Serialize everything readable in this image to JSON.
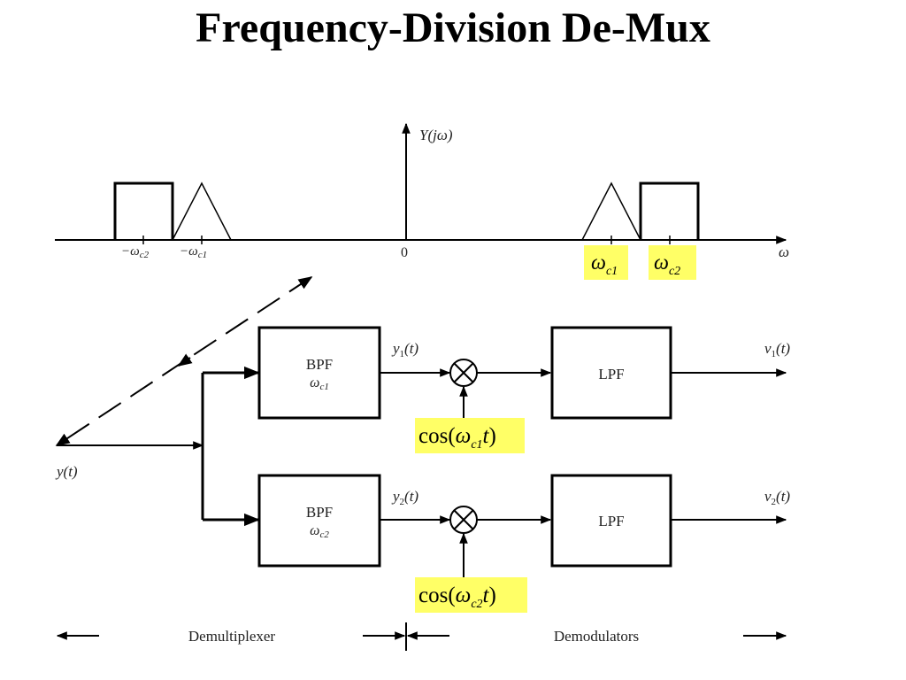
{
  "title": "Frequency-Division De-Mux",
  "spectrum": {
    "ylabel": "Y(jω)",
    "xlabel": "ω",
    "ticks": [
      "−ω",
      "c2",
      "−ω",
      "c1",
      "0",
      "ω",
      "c1",
      "ω",
      "c2"
    ]
  },
  "blocks": {
    "bpf1_name": "BPF",
    "bpf1_freq": "ω",
    "bpf1_freq_sub": "c1",
    "bpf2_name": "BPF",
    "bpf2_freq": "ω",
    "bpf2_freq_sub": "c2",
    "lpf1": "LPF",
    "lpf2": "LPF"
  },
  "signals": {
    "input": "y(t)",
    "y1": [
      "y",
      "1",
      "(t)"
    ],
    "y2": [
      "y",
      "2",
      "(t)"
    ],
    "v1": [
      "v",
      "1",
      "(t)"
    ],
    "v2": [
      "v",
      "2",
      "(t)"
    ],
    "carrier1": [
      "cos(",
      "ω",
      "c1",
      "t",
      ")"
    ],
    "carrier2": [
      "cos(",
      "ω",
      "c2",
      "t",
      ")"
    ]
  },
  "sections": {
    "demux": "Demultiplexer",
    "demod": "Demodulators"
  },
  "colors": {
    "highlight": "#ffff66",
    "line": "#000000"
  }
}
